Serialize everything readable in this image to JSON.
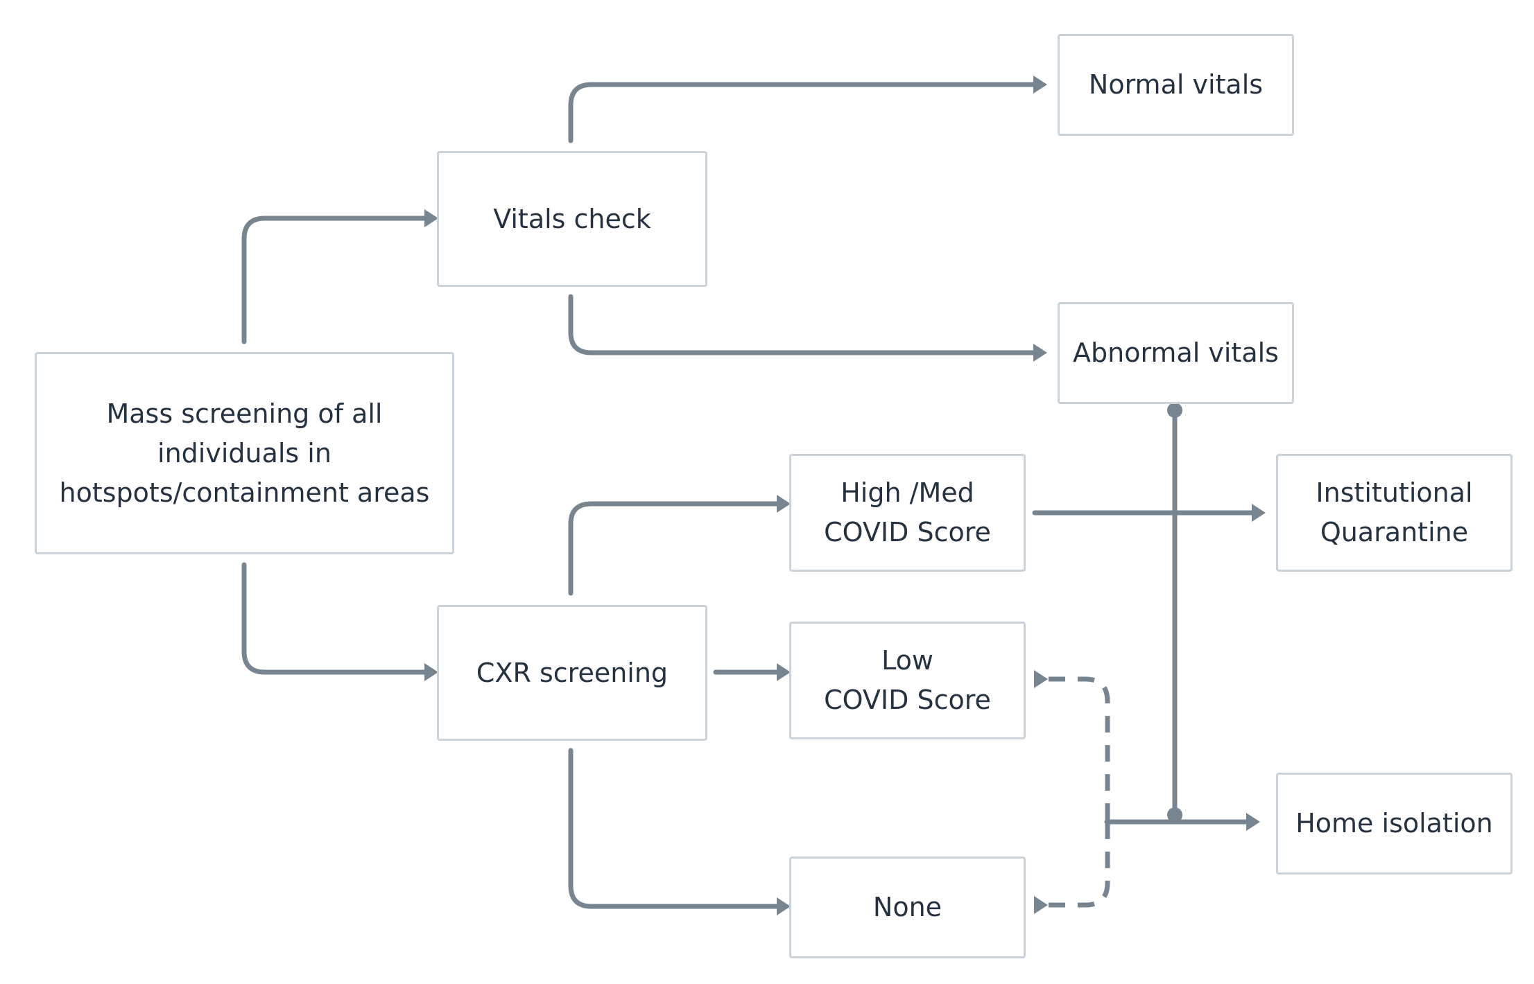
{
  "diagram": {
    "nodes": {
      "mass": "Mass screening of all\nindividuals in\nhotspots/containment areas",
      "vitals": "Vitals check",
      "cxr": "CXR screening",
      "normal": "Normal vitals",
      "abnormal": "Abnormal vitals",
      "highmed": "High /Med\nCOVID Score",
      "low": "Low\nCOVID Score",
      "none": "None",
      "inst": "Institutional\nQuarantine",
      "home": "Home isolation"
    },
    "colors": {
      "line": "#778591",
      "box_border": "#cbd3da",
      "text": "#243242"
    }
  }
}
